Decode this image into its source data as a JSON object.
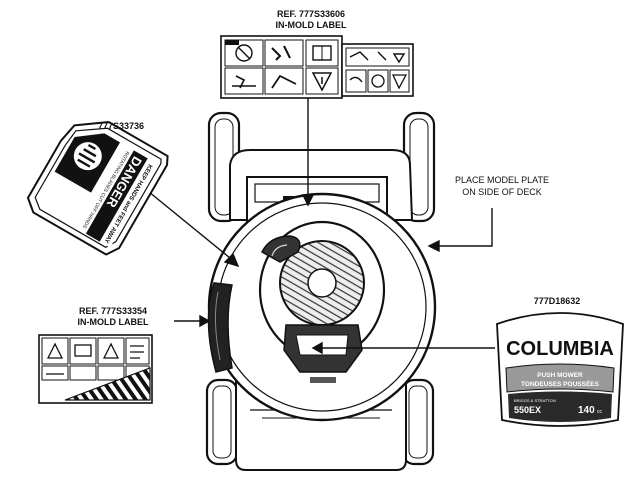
{
  "callouts": {
    "top_ref": "REF. 777S33606",
    "top_type": "IN-MOLD LABEL",
    "left_ref": "777S33736",
    "model_plate_line1": "PLACE MODEL PLATE",
    "model_plate_line2": "ON SIDE OF DECK",
    "lower_left_ref": "REF. 777S33354",
    "lower_left_type": "IN-MOLD LABEL",
    "right_ref": "777D18632"
  },
  "danger_decal": {
    "top_text": "ROTATING BLADES CUT OFF HANDS",
    "word": "DANGER",
    "line1": "KEEP HANDS and FEET AWAY"
  },
  "brand_decal": {
    "brand": "COLUMBIA",
    "band_line1": "PUSH MOWER",
    "band_line2": "TONDEUSES POUSSÉES",
    "small_text": "BRIGGS & STRATTON",
    "model": "550EX",
    "displacement": "140",
    "unit": "cc"
  },
  "colors": {
    "ink": "#111111",
    "paper": "#ffffff",
    "gray": "#bdbdbd",
    "dark": "#3a3a3a"
  }
}
